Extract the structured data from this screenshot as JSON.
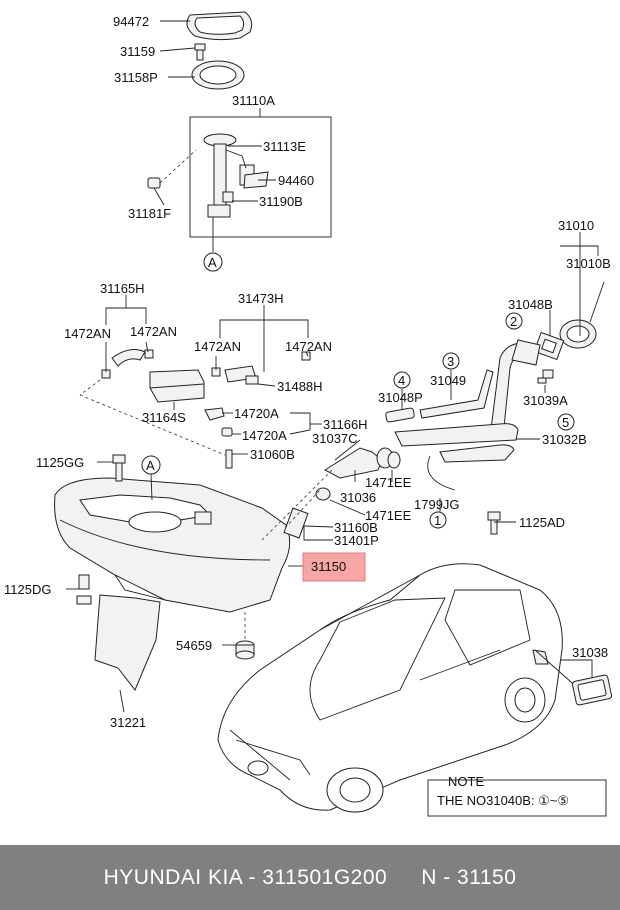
{
  "labels": {
    "p94472": "94472",
    "p31159": "31159",
    "p31158P": "31158P",
    "p31110A": "31110A",
    "p31113E": "31113E",
    "p94460": "94460",
    "p31181F": "31181F",
    "p31190B": "31190B",
    "markerA_top": "A",
    "p31010": "31010",
    "p31010B": "31010B",
    "p31165H": "31165H",
    "p1472AN_a": "1472AN",
    "p1472AN_b": "1472AN",
    "p31473H": "31473H",
    "p1472AN_c": "1472AN",
    "p1472AN_d": "1472AN",
    "p31488H": "31488H",
    "p31164S": "31164S",
    "p14720A_a": "14720A",
    "p14720A_b": "14720A",
    "p31166H": "31166H",
    "p31048B": "31048B",
    "circ2": "2",
    "circ3": "3",
    "circ4": "4",
    "circ5": "5",
    "circ1": "1",
    "p31049": "31049",
    "p31048P": "31048P",
    "p31039A": "31039A",
    "p31032B": "31032B",
    "p31037C": "31037C",
    "p1125GG": "1125GG",
    "p31060B": "31060B",
    "markerA_tank": "A",
    "p31036": "31036",
    "p1471EE_a": "1471EE",
    "p1471EE_b": "1471EE",
    "p1799JG": "1799JG",
    "p1125AD": "1125AD",
    "p31160B": "31160B",
    "p31401P": "31401P",
    "p31150": "31150",
    "p1125DG": "1125DG",
    "p54659": "54659",
    "p31221": "31221",
    "p31038": "31038",
    "note_title": "NOTE",
    "note_text": "THE NO31040B: ①~⑤"
  },
  "colors": {
    "highlight": "#f7a6a6",
    "footer_bg": "#808080",
    "footer_text": "#ffffff"
  },
  "footer": {
    "brand": "HYUNDAI  KIA - 311501G200",
    "number": "N - 31150"
  }
}
